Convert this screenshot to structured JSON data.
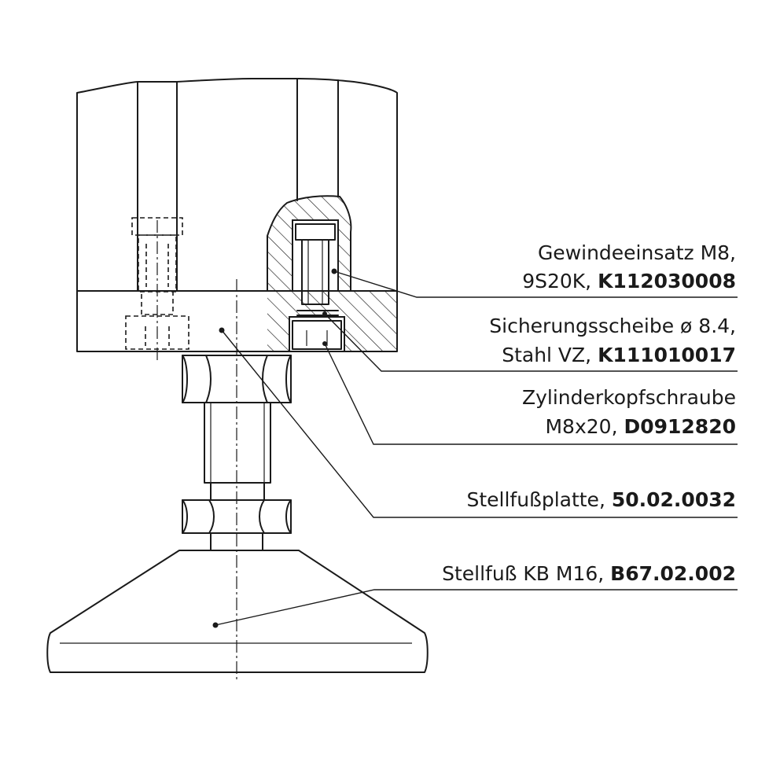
{
  "labels": [
    {
      "line1": "Gewindeeinsatz M8,",
      "line2_text": "9S20K, ",
      "line2_code": "K112030008"
    },
    {
      "line1": "Sicherungsscheibe ø 8.4,",
      "line2_text": "Stahl VZ, ",
      "line2_code": "K111010017"
    },
    {
      "line1": "Zylinderkopfschraube",
      "line2_text": "M8x20, ",
      "line2_code": "D0912820"
    },
    {
      "line1_text": "Stellfußplatte, ",
      "line1_code": "50.02.0032"
    },
    {
      "line1_text": "Stellfuß KB M16, ",
      "line1_code": "B67.02.002"
    }
  ]
}
